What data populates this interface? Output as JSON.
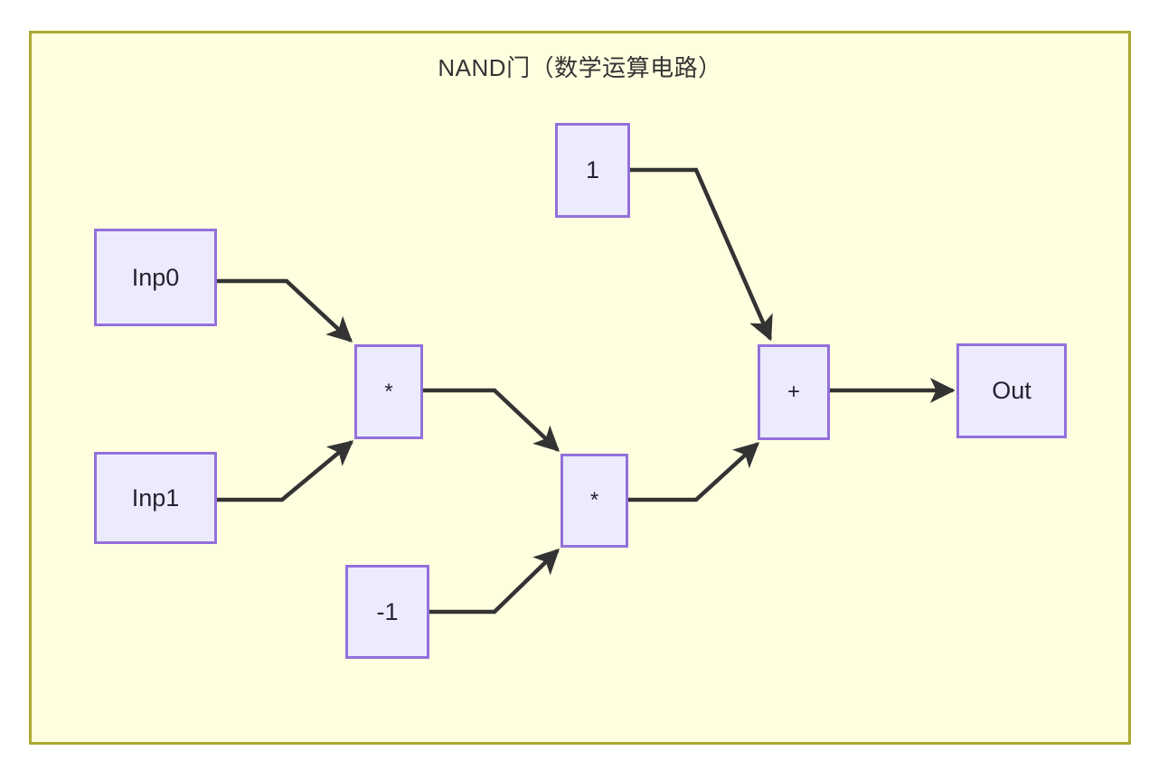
{
  "diagram": {
    "title": "NAND门（数学运算电路）",
    "frame": {
      "background_color": "#FFFFE0",
      "border_color": "#AAAA33"
    },
    "node_style": {
      "fill_color": "#ECEBFD",
      "border_color": "#9370DB",
      "text_color": "#232330"
    },
    "edge_style": {
      "line_color": "#333333",
      "arrowhead": "filled-triangle"
    },
    "nodes": [
      {
        "id": "inp0",
        "label": "Inp0",
        "kind": "input"
      },
      {
        "id": "inp1",
        "label": "Inp1",
        "kind": "input"
      },
      {
        "id": "const1",
        "label": "1",
        "kind": "constant"
      },
      {
        "id": "constneg1",
        "label": "-1",
        "kind": "constant"
      },
      {
        "id": "mul1",
        "label": "*",
        "kind": "operator"
      },
      {
        "id": "mul2",
        "label": "*",
        "kind": "operator"
      },
      {
        "id": "add",
        "label": "+",
        "kind": "operator"
      },
      {
        "id": "out",
        "label": "Out",
        "kind": "output"
      }
    ],
    "edges": [
      {
        "from": "inp0",
        "to": "mul1"
      },
      {
        "from": "inp1",
        "to": "mul1"
      },
      {
        "from": "mul1",
        "to": "mul2"
      },
      {
        "from": "constneg1",
        "to": "mul2"
      },
      {
        "from": "const1",
        "to": "add"
      },
      {
        "from": "mul2",
        "to": "add"
      },
      {
        "from": "add",
        "to": "out"
      }
    ]
  }
}
